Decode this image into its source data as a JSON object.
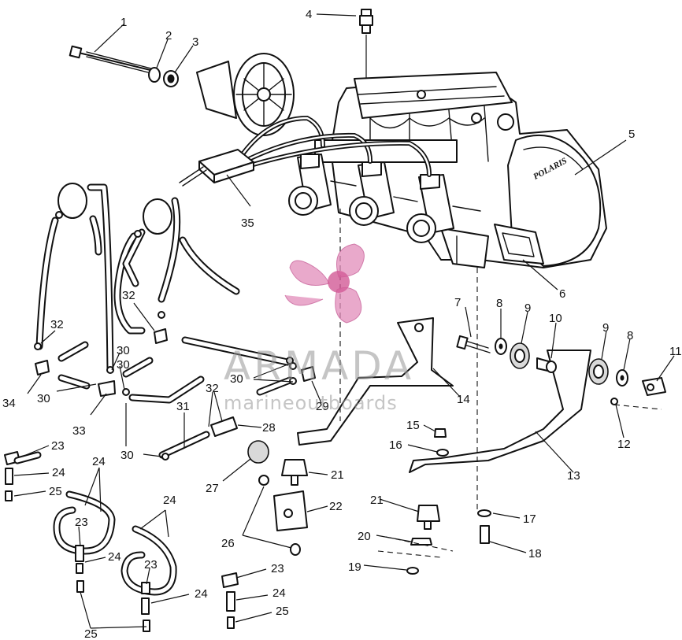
{
  "callouts": [
    "1",
    "2",
    "3",
    "4",
    "5",
    "6",
    "7",
    "8",
    "9",
    "10",
    "11",
    "12",
    "13",
    "14",
    "15",
    "16",
    "17",
    "18",
    "19",
    "20",
    "21",
    "22",
    "23",
    "24",
    "25",
    "26",
    "27",
    "28",
    "29",
    "30",
    "31",
    "32",
    "33",
    "34",
    "35"
  ],
  "engine_cover_brand": "POLARIS",
  "watermark": {
    "title": "ARMADA",
    "subtitle": "marineoutboards",
    "logo_color": "#e6a3c8",
    "text_color": "#999999"
  }
}
